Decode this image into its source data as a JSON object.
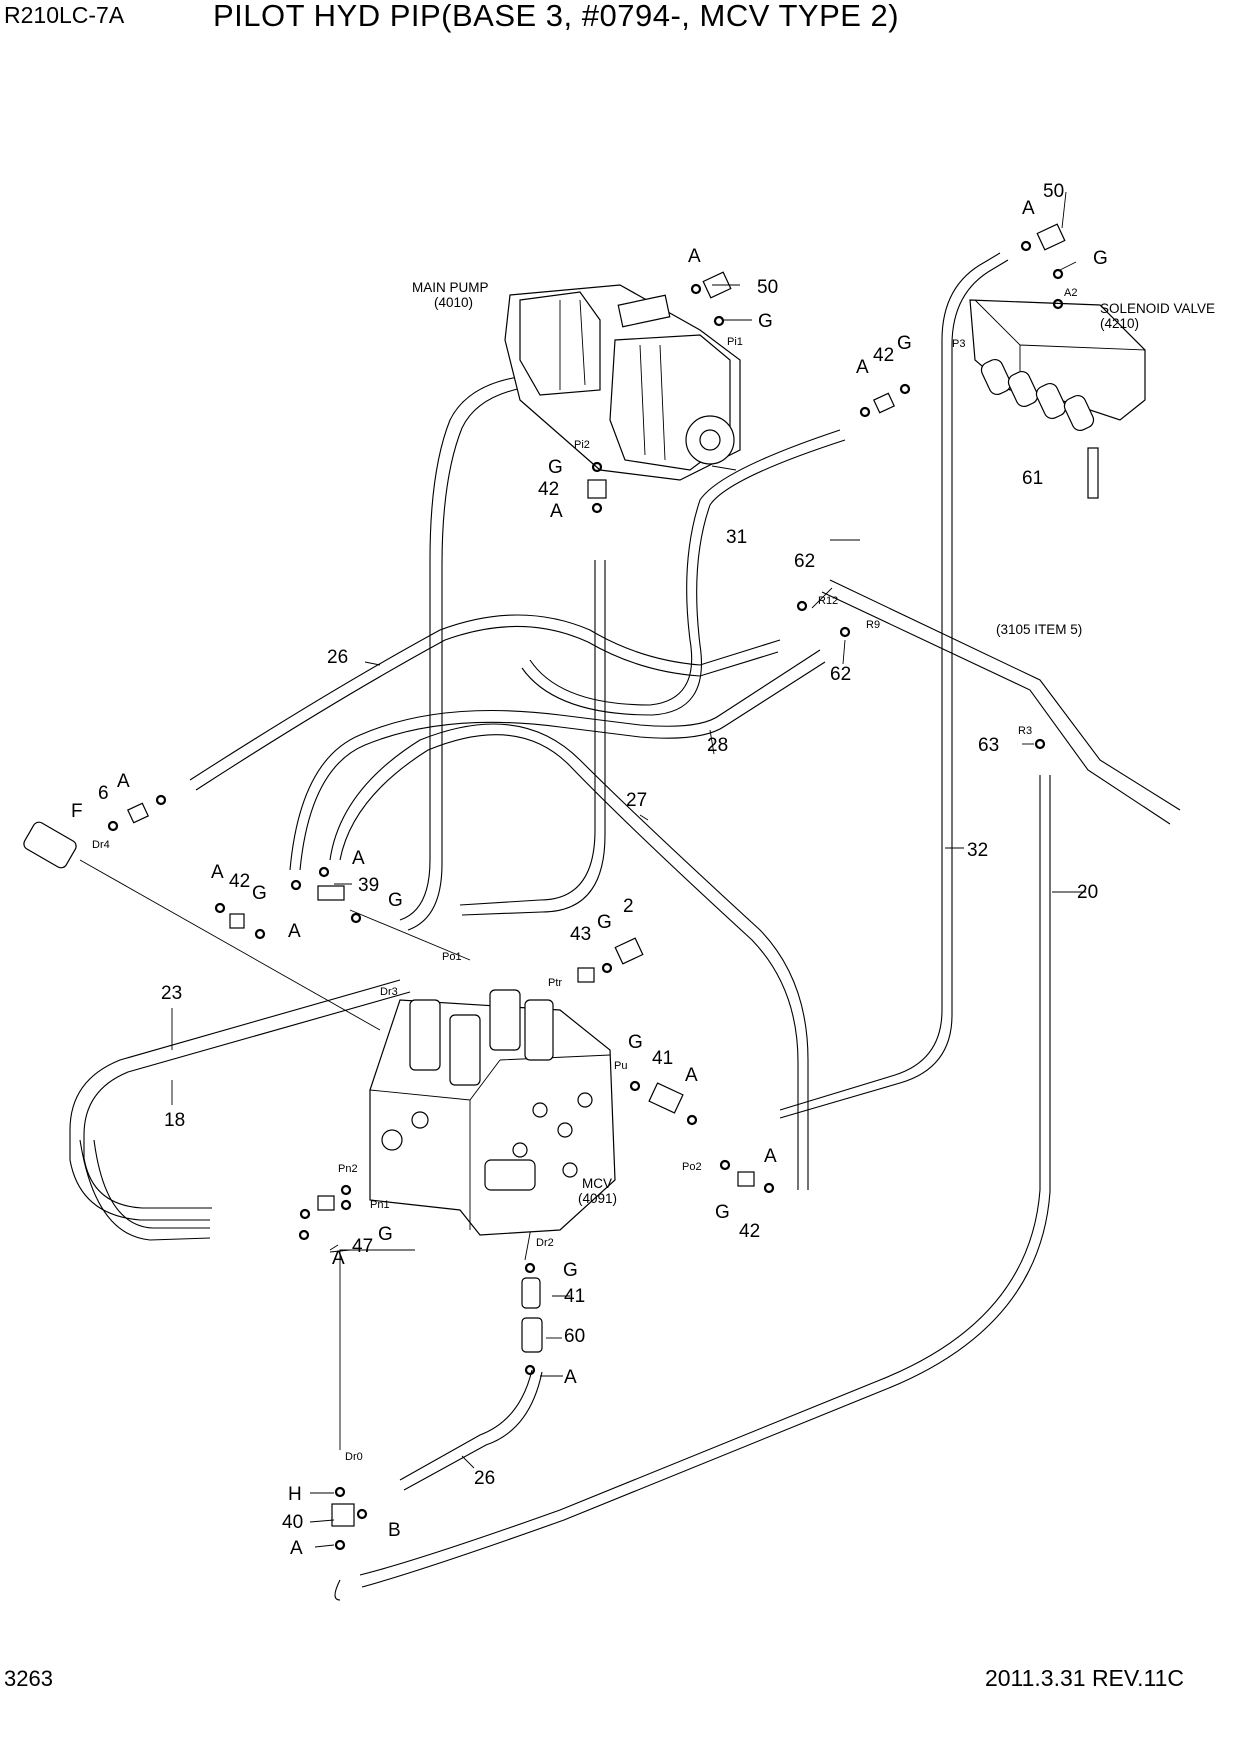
{
  "header": {
    "model": "R210LC-7A",
    "title": "PILOT HYD PIP(BASE 3, #0794-, MCV TYPE 2)"
  },
  "footer": {
    "page_number": "3263",
    "revision": "2011.3.31 REV.11C"
  },
  "components": {
    "main_pump": {
      "name": "MAIN PUMP",
      "code": "(4010)"
    },
    "solenoid_valve": {
      "name": "SOLENOID VALVE",
      "code": "(4210)"
    },
    "mcv": {
      "name": "MCV",
      "code": "(4091)"
    },
    "ref_note": "(3105 ITEM 5)"
  },
  "callouts": [
    {
      "id": "c1",
      "text": "50"
    },
    {
      "id": "c2",
      "text": "A"
    },
    {
      "id": "c3",
      "text": "G"
    },
    {
      "id": "c4",
      "text": "A"
    },
    {
      "id": "c5",
      "text": "50"
    },
    {
      "id": "c6",
      "text": "G"
    },
    {
      "id": "c7",
      "text": "A"
    },
    {
      "id": "c8",
      "text": "42"
    },
    {
      "id": "c9",
      "text": "G"
    },
    {
      "id": "c10",
      "text": "61"
    },
    {
      "id": "c11",
      "text": "G"
    },
    {
      "id": "c12",
      "text": "42"
    },
    {
      "id": "c13",
      "text": "A"
    },
    {
      "id": "c14",
      "text": "31"
    },
    {
      "id": "c15",
      "text": "62"
    },
    {
      "id": "c16",
      "text": "62"
    },
    {
      "id": "c17",
      "text": "26"
    },
    {
      "id": "c18",
      "text": "28"
    },
    {
      "id": "c19",
      "text": "63"
    },
    {
      "id": "c20",
      "text": "A"
    },
    {
      "id": "c21",
      "text": "6"
    },
    {
      "id": "c22",
      "text": "F"
    },
    {
      "id": "c23",
      "text": "27"
    },
    {
      "id": "c24",
      "text": "32"
    },
    {
      "id": "c25",
      "text": "A"
    },
    {
      "id": "c26",
      "text": "39"
    },
    {
      "id": "c27",
      "text": "G"
    },
    {
      "id": "c28",
      "text": "A"
    },
    {
      "id": "c29",
      "text": "42"
    },
    {
      "id": "c30",
      "text": "G"
    },
    {
      "id": "c31",
      "text": "A"
    },
    {
      "id": "c32",
      "text": "20"
    },
    {
      "id": "c33",
      "text": "2"
    },
    {
      "id": "c34",
      "text": "43"
    },
    {
      "id": "c35",
      "text": "G"
    },
    {
      "id": "c36",
      "text": "23"
    },
    {
      "id": "c37",
      "text": "G"
    },
    {
      "id": "c38",
      "text": "41"
    },
    {
      "id": "c39",
      "text": "A"
    },
    {
      "id": "c40",
      "text": "18"
    },
    {
      "id": "c41",
      "text": "A"
    },
    {
      "id": "c42",
      "text": "G"
    },
    {
      "id": "c43",
      "text": "42"
    },
    {
      "id": "c44",
      "text": "47"
    },
    {
      "id": "c45",
      "text": "G"
    },
    {
      "id": "c46",
      "text": "A"
    },
    {
      "id": "c47",
      "text": "G"
    },
    {
      "id": "c48",
      "text": "41"
    },
    {
      "id": "c49",
      "text": "60"
    },
    {
      "id": "c50",
      "text": "A"
    },
    {
      "id": "c51",
      "text": "26"
    },
    {
      "id": "c52",
      "text": "H"
    },
    {
      "id": "c53",
      "text": "40"
    },
    {
      "id": "c54",
      "text": "B"
    },
    {
      "id": "c55",
      "text": "A"
    }
  ],
  "ports": [
    {
      "id": "p1",
      "text": "Pi1"
    },
    {
      "id": "p2",
      "text": "Pi2"
    },
    {
      "id": "p3",
      "text": "A2"
    },
    {
      "id": "p4",
      "text": "P3"
    },
    {
      "id": "p5",
      "text": "R12"
    },
    {
      "id": "p6",
      "text": "R9"
    },
    {
      "id": "p7",
      "text": "R3"
    },
    {
      "id": "p8",
      "text": "Dr4"
    },
    {
      "id": "p9",
      "text": "Po1"
    },
    {
      "id": "p10",
      "text": "Dr3"
    },
    {
      "id": "p11",
      "text": "Ptr"
    },
    {
      "id": "p12",
      "text": "Pu"
    },
    {
      "id": "p13",
      "text": "Po2"
    },
    {
      "id": "p14",
      "text": "Pn2"
    },
    {
      "id": "p15",
      "text": "Pn1"
    },
    {
      "id": "p16",
      "text": "Dr2"
    },
    {
      "id": "p17",
      "text": "Dr0"
    }
  ]
}
